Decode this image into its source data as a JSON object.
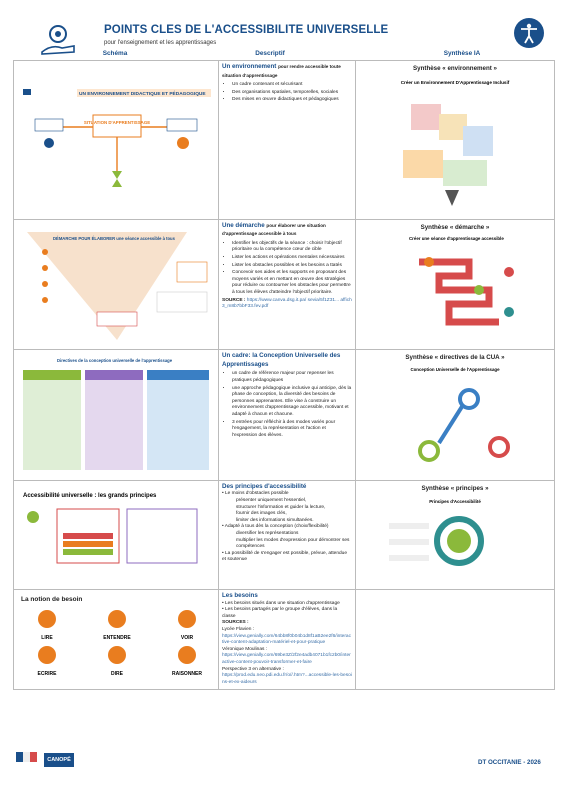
{
  "header": {
    "title": "POINTS CLES DE L'ACCESSIBILITE UNIVERSELLE",
    "subtitle": "pour l'enseignement et les apprentissages"
  },
  "columns": {
    "schema": "Schéma",
    "descriptif": "Descriptif",
    "synthese": "Synthèse IA"
  },
  "rows": [
    {
      "schema_title": "UN ENVIRONNEMENT DIDACTIQUE ET PÉDAGOGIQUE",
      "schema_center": "SITUATION D'APPRENTISSAGE",
      "title": "Un environnement",
      "title_suffix": "pour rendre accessible toute situation d'apprentissage",
      "bullets": [
        "Un cadre contenant et sécurisant",
        "Des organisations spatiales, temporelles, sociales",
        "Des mises en œuvre didactiques et pédagogiques"
      ],
      "synth_title": "Synthèse « environnement »",
      "synth_sub": "Créer un Environnement D'Apprentissage Inclusif"
    },
    {
      "schema_title": "DÉMARCHE POUR ÉLABORER une séance accessible à tous",
      "title": "Une démarche",
      "title_suffix": "pour élaborer une situation d'apprentissage accessible à tous",
      "bullets": [
        "Identifier les objectifs de la séance : choisir l'objectif prioritaire ou la compétence cœur de cible",
        "Lister les actions et opérations mentales nécessaires",
        "Lister les obstacles possibles et les besoins a ttatés",
        "Concevoir ses aides et les supports en proposant des moyens variés et en mettant en œuvre des stratégies pour réduire ou contourner les obstacles pour permettre à tous les élèves d'atteindre l'objectif prioritaire."
      ],
      "source_label": "SOURCE :",
      "source": "https://www.canva.dsg.it.pa/ sevia/5f1Z31... affich3_m8b7bbF33.fev.pdf",
      "synth_title": "Synthèse « démarche »",
      "synth_sub": "Créer une séance d'apprentissage accessible"
    },
    {
      "schema_title": "Directives de la conception universelle de l'apprentissage",
      "title": "Un cadre",
      "title_suffix": ": la Conception Universelle des Apprentissages",
      "bullets": [
        "un cadre de référence majeur pour repenser les pratiques pédagogiques",
        "une approche pédagogique inclusive qui anticipe, dès la phase de conception, la diversité des besoins de personnes apprenantes. Elle vise à construire un environnement d'apprentissage accessible, motivant et adapté à chacun et chacune.",
        "3 entrées pour réfléchir à des modes variés pour l'engagement, la représentation et l'action et l'expression des élèves."
      ],
      "synth_title": "Synthèse « directives de la CUA »",
      "synth_sub": "Conception Universelle de l'Apprentissage"
    },
    {
      "schema_title": "Accessibilité universelle : les grands principes",
      "title": "Des principes d'accessibilité",
      "bullets_text": [
        "• Le moins d'obstacles possible"
      ],
      "sub_bullets": [
        "présenter uniquement l'essentiel,",
        "structurer l'information et guider la lecture,",
        "fournir des images clés,",
        "limiter des informations simultanées."
      ],
      "bullets_text2": [
        "• Adapté à tous dès la conception (choix/flexibilité)"
      ],
      "sub_bullets2": [
        "diversifier les représentations",
        "multiplier les modes d'expression pour démontrer ses compétences"
      ],
      "bullets_text3": [
        "• La possibilité de s'engager est possible, prévue, attendue et soutenue"
      ],
      "synth_title": "Synthèse « principes »",
      "synth_sub": "Principes d'Accessibilité"
    },
    {
      "schema_title": "La notion de besoin",
      "needs": [
        "LIRE",
        "ENTENDRE",
        "VOIR",
        "ECRIRE",
        "DIRE",
        "RAISONNER"
      ],
      "title": "Les besoins",
      "lines": [
        "• Les besoins situés dans une situation d'apprentissage",
        "• Les besoins partagés par le groupe d'élèves, dans la classe"
      ],
      "sources_label": "SOURCES :",
      "s1": "Lycée Flavien :",
      "s1_url": "https://view.genially.com/64bb8f0b04b1d8f1aB2ee2f6/interactive-content-adaptation-matériel-et-pour-pratique",
      "s2": "Véronique Moulinas :",
      "s2_url": "https://view.genially.com/69be3Z/2f2e4adb4071b1fc2b0/interactive-content-pouvoir-transformer-et-faire",
      "s3": "Perspective 3 en alternative :",
      "s3_url": "https://prod.edu.neo.pdi.edu.fr/o//.htm?...accessible-les-besoins-et-ex-aideurs"
    }
  ],
  "footer": {
    "org": "DT OCCITANIE - 2026",
    "canope": "CANOPÉ"
  },
  "colors": {
    "accent": "#1a4f8a",
    "orange": "#e97d1f",
    "green": "#8bb93b",
    "red": "#d64b4b",
    "teal": "#2e8f8f"
  }
}
